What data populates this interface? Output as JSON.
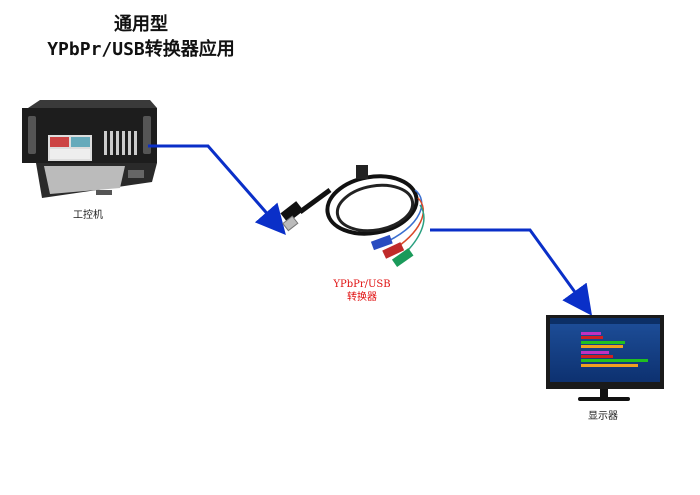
{
  "title": {
    "line1": "通用型",
    "line2": "YPbPr/USB转换器应用"
  },
  "nodes": {
    "pc": {
      "label": "工控机"
    },
    "converter": {
      "label_line1": "YPbPr/USB",
      "label_line2": "转换器"
    },
    "monitor": {
      "label": "显示器"
    }
  },
  "colors": {
    "arrow": "#0a2fc8",
    "converter_label": "#e01010"
  }
}
